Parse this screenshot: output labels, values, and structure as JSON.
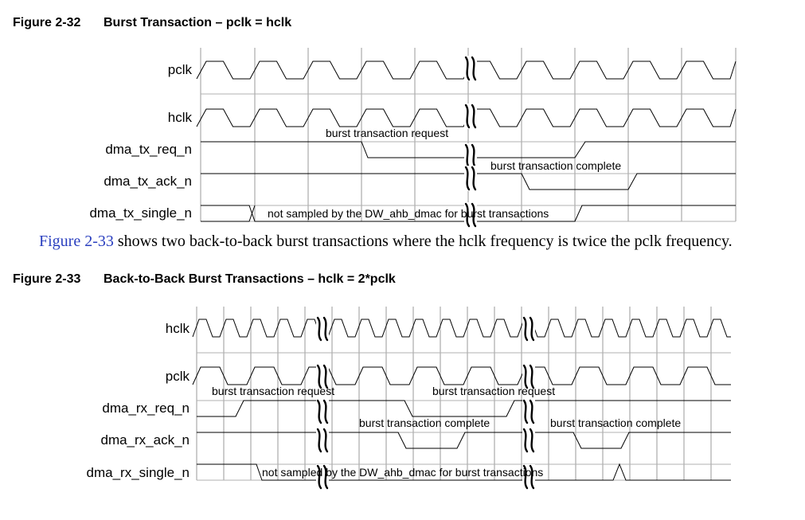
{
  "figure_1": {
    "number": "Figure 2-32",
    "title": "Burst Transaction – pclk = hclk",
    "signals": [
      "pclk",
      "hclk",
      "dma_tx_req_n",
      "dma_tx_ack_n",
      "dma_tx_single_n"
    ],
    "annotations": {
      "request": "burst transaction request",
      "complete": "burst transaction complete",
      "single": "not sampled by the DW_ahb_dmac for burst transactions"
    }
  },
  "paragraph": {
    "xref": "Figure 2-33",
    "text": " shows two back-to-back burst transactions where the hclk frequency is twice the pclk frequency."
  },
  "figure_2": {
    "number": "Figure 2-33",
    "title": "Back-to-Back Burst Transactions – hclk = 2*pclk",
    "signals": [
      "hclk",
      "pclk",
      "dma_rx_req_n",
      "dma_rx_ack_n",
      "dma_rx_single_n"
    ],
    "annotations": {
      "request_1": "burst transaction request",
      "request_2": "burst transaction request",
      "complete_1": "burst transaction complete",
      "complete_2": "burst transaction complete",
      "single": "not sampled by the DW_ahb_dmac for burst transactions"
    }
  }
}
